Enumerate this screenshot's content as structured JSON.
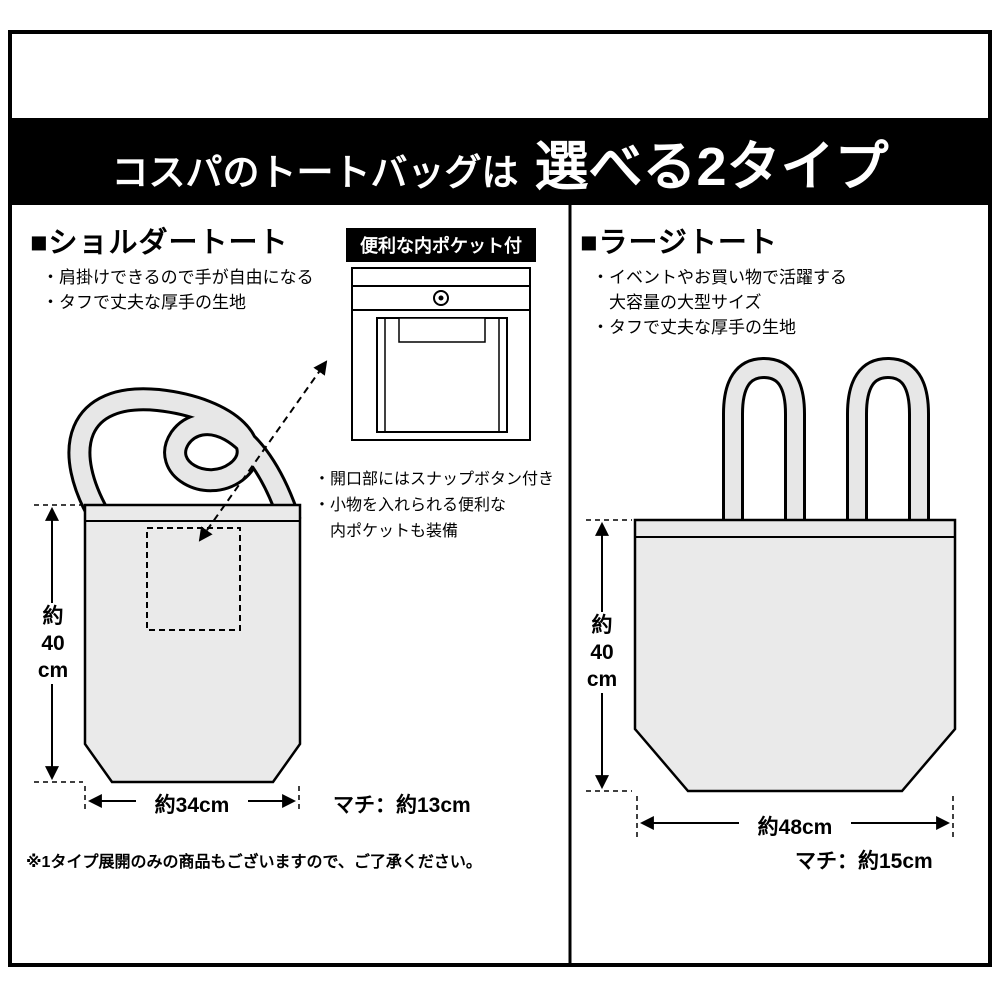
{
  "header": {
    "title_regular": "コスパのトートバッグは",
    "title_emphasis": "選べる2タイプ"
  },
  "shoulder_tote": {
    "heading": "■ショルダートート",
    "features": [
      "・肩掛けできるので手が自由になる",
      "・タフで丈夫な厚手の生地"
    ],
    "inset_title": "便利な内ポケット付",
    "pocket_notes": [
      "・開口部にはスナップボタン付き",
      "・小物を入れられる便利な",
      "　内ポケットも装備"
    ],
    "height_label": [
      "約",
      "40",
      "cm"
    ],
    "width_label": "約34cm",
    "gusset_label": "マチ：約13cm"
  },
  "large_tote": {
    "heading": "■ラージトート",
    "features": [
      "・イベントやお買い物で活躍する",
      "　大容量の大型サイズ",
      "・タフで丈夫な厚手の生地"
    ],
    "height_label": [
      "約",
      "40",
      "cm"
    ],
    "width_label": "約48cm",
    "gusset_label": "マチ：約15cm"
  },
  "footnote": "※1タイプ展開のみの商品もございますので、ご了承ください。",
  "colors": {
    "frame_border": "#000000",
    "header_bg": "#000000",
    "header_text": "#ffffff",
    "bag_fill": "#eaeaea",
    "strap_fill": "#e7e7e7",
    "line": "#000000"
  }
}
